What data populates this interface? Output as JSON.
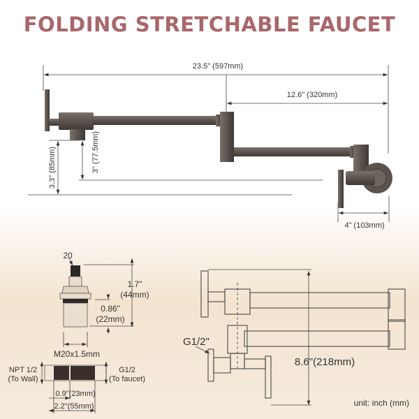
{
  "title": "FOLDING STRETCHABLE FAUCET",
  "top_dimensions": {
    "overall_length": "23.5\" (597mm)",
    "arm_length": "12.6\" (320mm)",
    "height_outer": "3.3\" (85mm)",
    "height_inner": "3\" (77.5mm)",
    "flange_depth": "4\" (103mm)"
  },
  "cartridge": {
    "spline_count": "20",
    "total_height_in": "1.7\"",
    "total_height_mm": "(44mm)",
    "thread_height_in": "0.86\"",
    "thread_height_mm": "(22mm)",
    "thread_size": "M20x1.5mm"
  },
  "nipple": {
    "left_thread": "NPT 1/2",
    "left_note": "(To Wall)",
    "right_thread": "G1/2",
    "right_note": "(To faucet)",
    "short_length": "0.9\"(23mm)",
    "total_length": "2.2\"(55mm)"
  },
  "folded": {
    "inlet_thread": "G1/2\"",
    "folded_height": "8.6\"(218mm)"
  },
  "unit_note": "unit: inch (mm)",
  "colors": {
    "title": "#a9676b",
    "metal": "#5b534e",
    "line": "#444444"
  }
}
